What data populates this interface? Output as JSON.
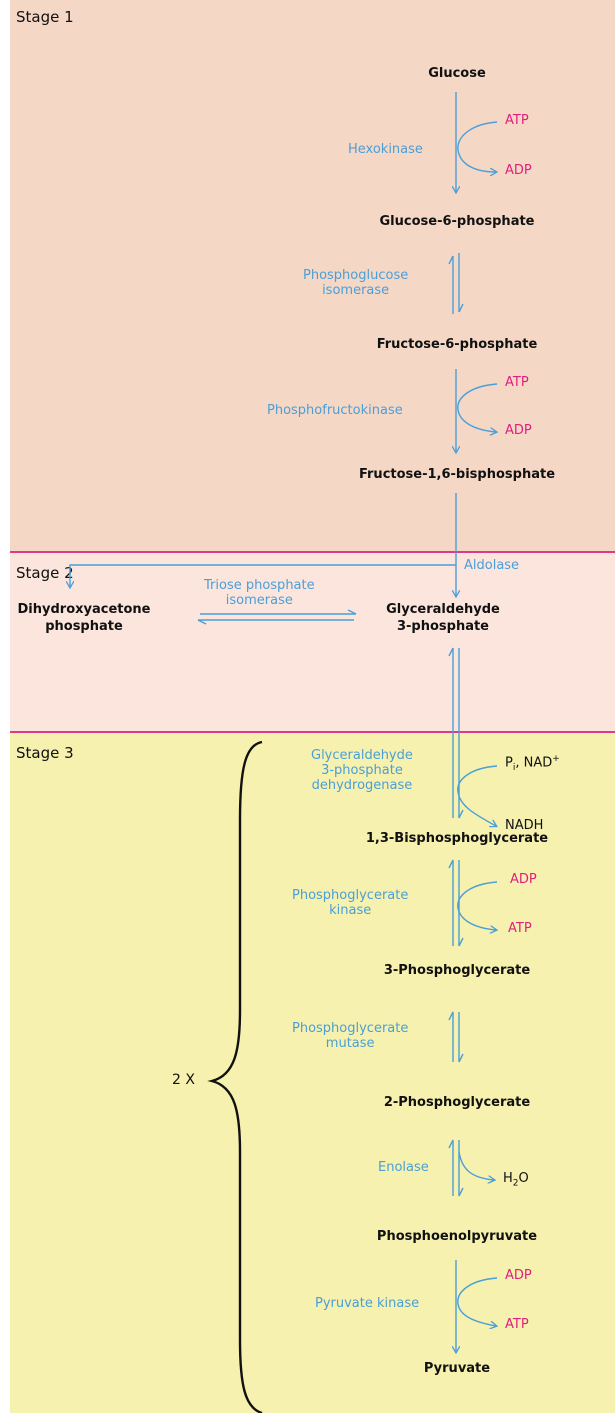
{
  "stages": {
    "s1": "Stage 1",
    "s2": "Stage 2",
    "s3": "Stage 3"
  },
  "metabolites": {
    "glucose": "Glucose",
    "g6p": "Glucose-6-phosphate",
    "f6p": "Fructose-6-phosphate",
    "f16bp": "Fructose-1,6-bisphosphate",
    "dhap_1": "Dihydroxyacetone",
    "dhap_2": "phosphate",
    "g3p_1": "Glyceraldehyde",
    "g3p_2": "3-phosphate",
    "bpg13": "1,3-Bisphosphoglycerate",
    "pg3": "3-Phosphoglycerate",
    "pg2": "2-Phosphoglycerate",
    "pep": "Phosphoenolpyruvate",
    "pyruvate": "Pyruvate"
  },
  "enzymes": {
    "hexokinase": "Hexokinase",
    "pgi_1": "Phosphoglucose",
    "pgi_2": "isomerase",
    "pfk": "Phosphofructokinase",
    "aldolase": "Aldolase",
    "tpi_1": "Triose phosphate",
    "tpi_2": "isomerase",
    "gapdh_1": "Glyceraldehyde",
    "gapdh_2": "3-phosphate",
    "gapdh_3": "dehydrogenase",
    "pgk_1": "Phosphoglycerate",
    "pgk_2": "kinase",
    "pgm_1": "Phosphoglycerate",
    "pgm_2": "mutase",
    "enolase": "Enolase",
    "pk": "Pyruvate kinase"
  },
  "cofactors": {
    "atp": "ATP",
    "adp": "ADP",
    "pi": "P",
    "pi_sub": "i",
    "nad": ", NAD",
    "nad_sup": "+",
    "nadh": "NADH",
    "h2o_h": "H",
    "h2o_sub": "2",
    "h2o_o": "O"
  },
  "multiplier": "2 X",
  "colors": {
    "stage1_bg": "#f5d7c6",
    "stage2_bg": "#fbe5dc",
    "stage3_bg": "#f6f1ae",
    "divider": "#dd3a8c",
    "enzyme": "#4a9fd8",
    "energy_cofactor": "#e0207e",
    "metabolite": "#111111"
  }
}
